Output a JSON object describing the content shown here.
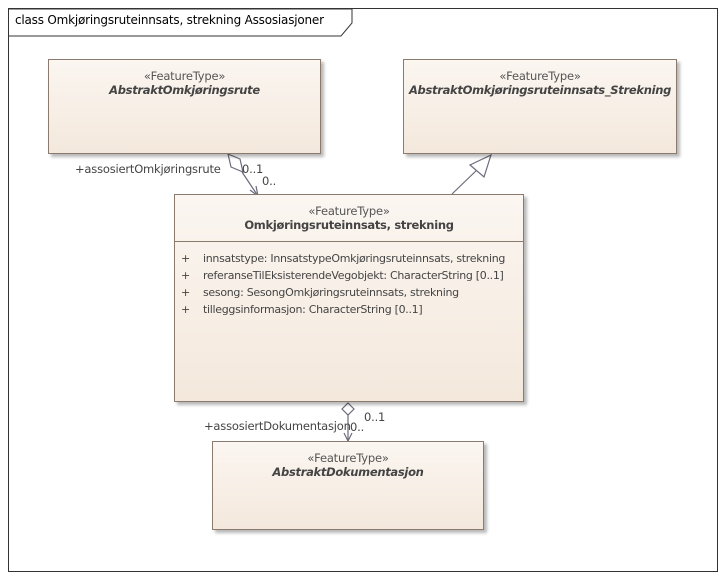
{
  "frame": {
    "title": "class Omkjøringsruteinnsats, strekning Assosiasjoner"
  },
  "classes": {
    "abstrakt_rute": {
      "stereotype": "«FeatureType»",
      "name": "AbstraktOmkjøringsrute"
    },
    "abstrakt_innsats": {
      "stereotype": "«FeatureType»",
      "name": "AbstraktOmkjøringsruteinnsats_Strekning"
    },
    "innsats": {
      "stereotype": "«FeatureType»",
      "name": "Omkjøringsruteinnsats, strekning",
      "attributes": [
        {
          "visibility": "+",
          "text": "innsatstype: InnsatstypeOmkjøringsruteinnsats, strekning"
        },
        {
          "visibility": "+",
          "text": "referanseTilEksisterendeVegobjekt: CharacterString [0..1]"
        },
        {
          "visibility": "+",
          "text": "sesong: SesongOmkjøringsruteinnsats, strekning"
        },
        {
          "visibility": "+",
          "text": "tilleggsinformasjon: CharacterString [0..1]"
        }
      ]
    },
    "abstrakt_dok": {
      "stereotype": "«FeatureType»",
      "name": "AbstraktDokumentasjon"
    }
  },
  "associations": {
    "rute": {
      "role": "+assosiertOmkjøringsrute",
      "multiplicity": "0..1",
      "source_multiplicity": "0.."
    },
    "dok": {
      "role": "+assosiertDokumentasjon",
      "multiplicity": "0..1",
      "source_multiplicity": "0.."
    }
  },
  "colors": {
    "class_fill_top": "#fbf6f1",
    "class_fill_bottom": "#f4e8dc",
    "class_border": "#8b7b6e",
    "line": "#6b6b7b"
  }
}
